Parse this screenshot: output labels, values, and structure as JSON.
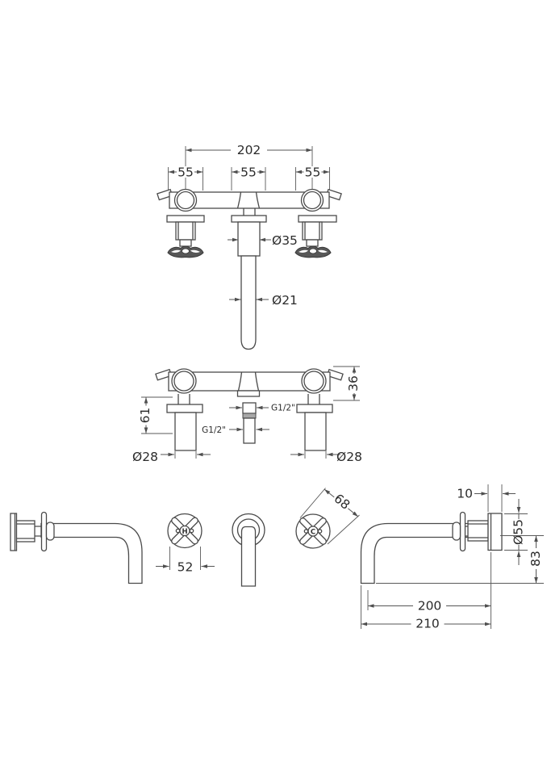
{
  "drawing": {
    "colors": {
      "line": "#4a4a4a",
      "dimension": "#555555",
      "text": "#2b2b2b",
      "background": "#ffffff"
    },
    "plan_view": {
      "overall_centres": "202",
      "centre_spacing_left": "55",
      "centre_spacing_middle": "55",
      "centre_spacing_right": "55",
      "spout_base_diameter": "Ø35",
      "spout_diameter": "Ø21"
    },
    "front_view": {
      "body_height": "36",
      "valve_body_length": "61",
      "thread_size_upper": "G1/2\"",
      "thread_size_lower": "G1/2\"",
      "valve_diameter_left": "Ø28",
      "valve_diameter_right": "Ø28"
    },
    "detail_views": {
      "handle_width": "52",
      "handle_diagonal_width": "68",
      "hot_handle_marking": "H",
      "cold_handle_marking": "C"
    },
    "side_view": {
      "wall_plate_depth": "10",
      "wall_plate_diameter": "Ø55",
      "spout_drop_height": "83",
      "spout_reach": "200",
      "spout_overall_projection": "210"
    }
  }
}
